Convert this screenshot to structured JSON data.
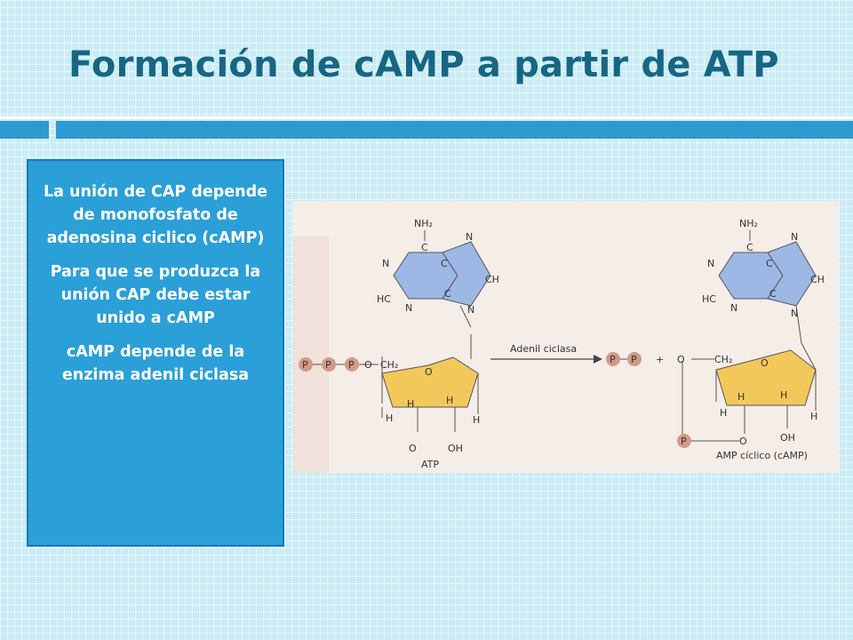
{
  "slide": {
    "title": "Formación de cAMP a partir de ATP",
    "bullets": [
      "La unión de CAP depende de monofosfato de adenosina ciclico (cAMP)",
      "Para que se produzca la unión CAP debe estar unido a cAMP",
      "cAMP depende de la enzima adenil ciclasa"
    ]
  },
  "figure": {
    "enzyme_label": "Adenil ciclasa",
    "plus": "+",
    "left": {
      "nh2": "NH₂",
      "c_top": "C",
      "n_left": "N",
      "c_mid": "C",
      "n_right": "N",
      "ch_right": "CH",
      "hc": "HC",
      "c_bot": "C",
      "n_bot_left": "N",
      "n_bot": "N",
      "p1": "P",
      "p2": "P",
      "p3": "P",
      "o_link": "O",
      "ch2": "CH₂",
      "o_ring": "O",
      "h1": "H",
      "h2": "H",
      "h3": "H",
      "h4": "H",
      "o_bot": "O",
      "oh": "OH",
      "name": "ATP"
    },
    "right": {
      "nh2": "NH₂",
      "c_top": "C",
      "n_left": "N",
      "c_mid": "C",
      "n_right": "N",
      "ch_right": "CH",
      "hc": "HC",
      "c_bot": "C",
      "n_bot_left": "N",
      "n_bot": "N",
      "p1": "P",
      "p2": "P",
      "o_link": "O",
      "ch2": "CH₂",
      "o_ring": "O",
      "h1": "H",
      "h2": "H",
      "h3": "H",
      "h4": "H",
      "p_cyc": "P",
      "o_cyc": "O",
      "oh": "OH",
      "name": "AMP cíclico (cAMP)"
    }
  },
  "colors": {
    "title": "#176683",
    "accent_bar": "#2e9bd0",
    "textbox_bg": "#2b9fd8",
    "purine_fill": "#9db8e4",
    "sugar_fill": "#f3c85b",
    "phosphate_fill": "#d29a86"
  }
}
